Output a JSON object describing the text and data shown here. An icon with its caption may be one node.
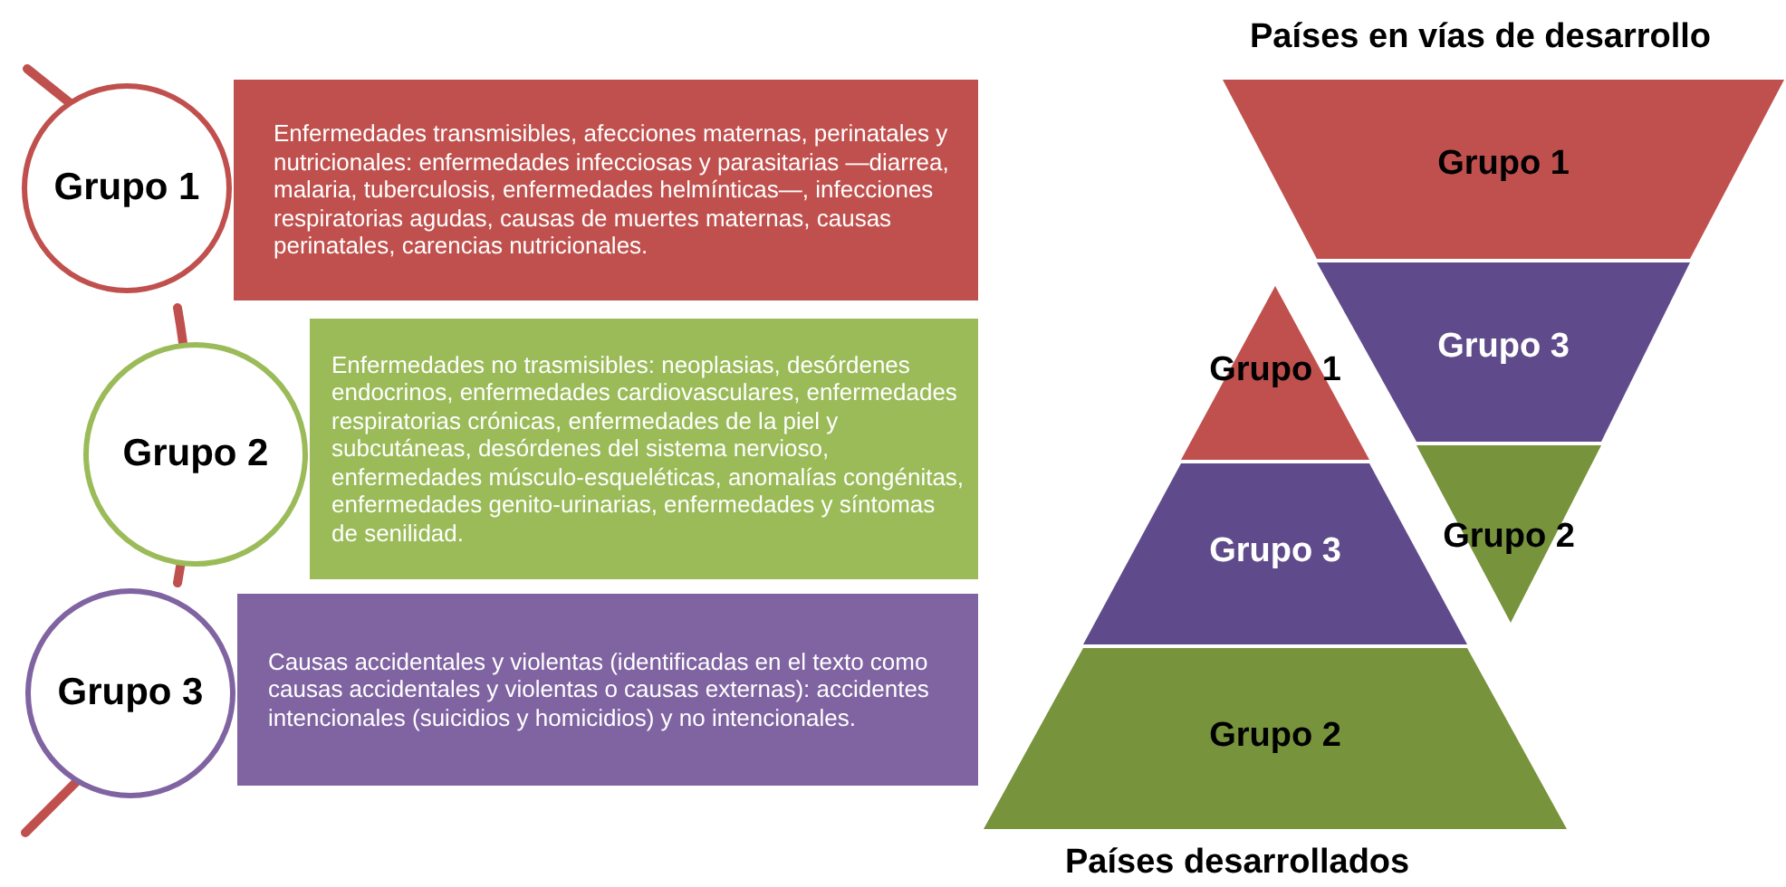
{
  "diagram": {
    "nodes": [
      {
        "text": [
          "Grupo 1"
        ]
      },
      {
        "text": [
          "Enfermedades transmisibles, afecciones maternas, perinatales y nutricionales: enfermedades infecciosas y parasitarias —diarrea, malaria, tuberculosis, enfermedades helmínticas—, infecciones respiratorias agudas, causas de muertes maternas, causas perinatales, carencias nutricionales."
        ]
      },
      {
        "text": [
          "Grupo 2"
        ]
      },
      {
        "text": [
          "Enfermedades no trasmisibles: neoplasias, desórdenes endocrinos, enfermedades cardiovasculares, enfermedades respiratorias crónicas, enfermedades de la piel y subcutáneas, desórdenes del sistema nervioso, enfermedades músculo-esqueléticas, anomalías congénitas, enfermedades genito-urinarias, enfermedades y síntomas de senilidad."
        ]
      },
      {
        "text": [
          "Grupo 3"
        ]
      },
      {
        "text": [
          "Causas accidentales y violentas (identificadas en el texto como causas accidentales y violentas o causas externas): accidentes intencionales (suicidios y homicidios) y no intencionales."
        ]
      },
      {
        "text": [
          "Grupo 1"
        ]
      },
      {
        "text": [
          "Grupo 3"
        ]
      },
      {
        "text": [
          "Grupo 2"
        ]
      },
      {
        "text": [
          "Grupo 1"
        ]
      },
      {
        "text": [
          "Grupo 3"
        ]
      },
      {
        "text": [
          "Grupo 2"
        ]
      }
    ],
    "labels": [
      "Países en vías de desarrollo",
      "Países desarrollados"
    ]
  }
}
